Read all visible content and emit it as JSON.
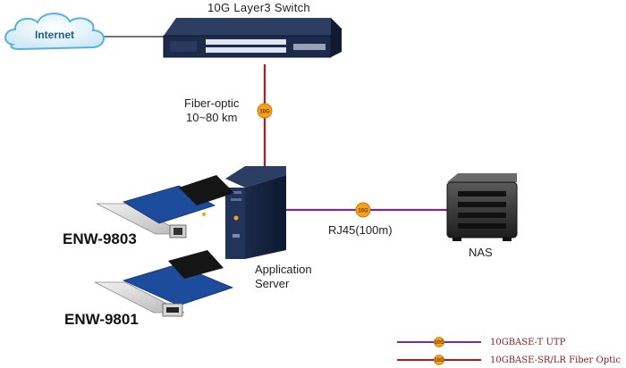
{
  "switch": {
    "title": "10G Layer3 Switch"
  },
  "cloud": {
    "label": "Internet"
  },
  "links": {
    "fiber": {
      "label_line1": "Fiber-optic",
      "label_line2": "10~80 km",
      "badge": "10G"
    },
    "copper": {
      "label": "RJ45(100m)",
      "badge": "10G"
    }
  },
  "server": {
    "label_line1": "Application",
    "label_line2": "Server"
  },
  "nas": {
    "label": "NAS"
  },
  "cards": [
    {
      "model": "ENW-9803"
    },
    {
      "model": "ENW-9801"
    }
  ],
  "legend": [
    {
      "label": "10GBASE-T UTP",
      "color": "#7b2d8e",
      "badge": "10G"
    },
    {
      "label": "10GBASE-SR/LR Fiber Optic",
      "color": "#b01818",
      "badge": "10G"
    }
  ],
  "colors": {
    "fiber": "#c0151b",
    "copper": "#7b2d8e",
    "badge": "#f5a21b",
    "cloud": "#5aaee0"
  }
}
